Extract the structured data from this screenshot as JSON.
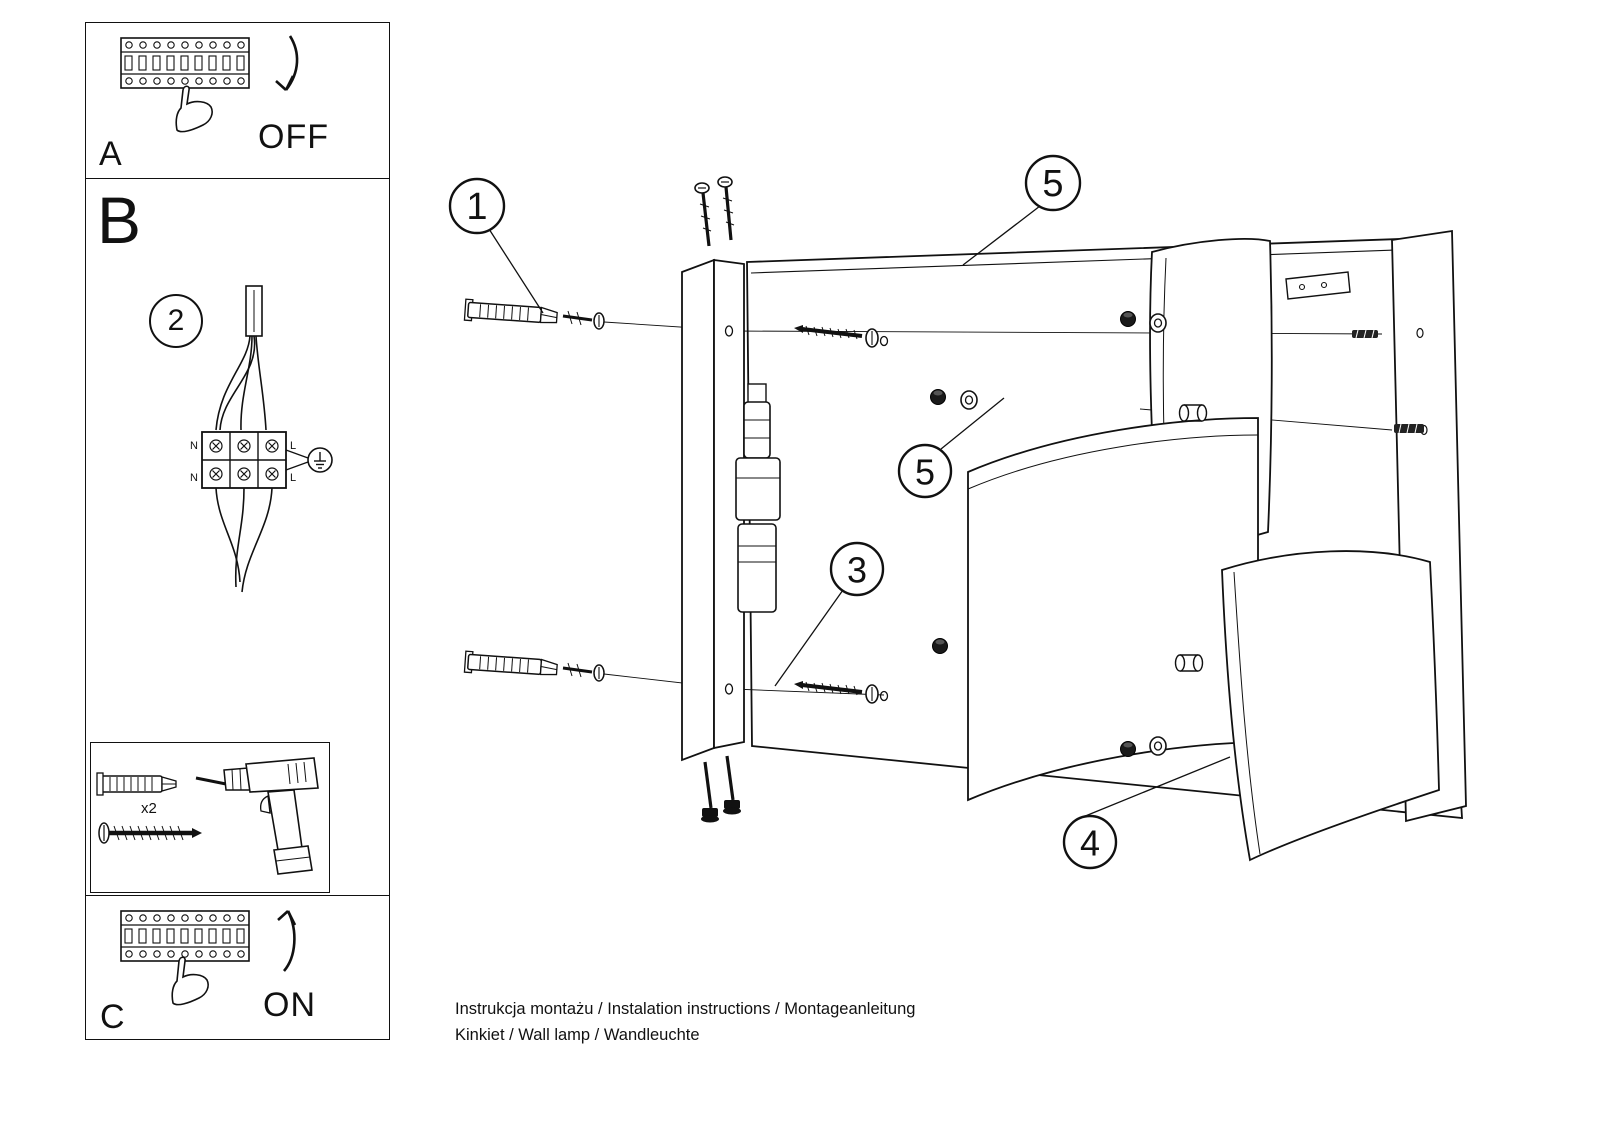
{
  "panels": {
    "a": {
      "letter": "A",
      "action": "OFF"
    },
    "b": {
      "letter": "B"
    },
    "c": {
      "letter": "C",
      "action": "ON"
    }
  },
  "callouts": {
    "step1": "1",
    "step2": "2",
    "step3": "3",
    "step4": "4",
    "step5": "5"
  },
  "wiring": {
    "top_left": "N",
    "top_right": "L",
    "bottom_left": "N",
    "bottom_right": "L"
  },
  "tools": {
    "plug_count": "x2"
  },
  "footer": {
    "line1": "Instrukcja montażu / Instalation instructions / Montageanleitung",
    "line2": "Kinkiet / Wall lamp / Wandleuchte"
  },
  "colors": {
    "ink": "#111111",
    "paper": "#ffffff"
  }
}
